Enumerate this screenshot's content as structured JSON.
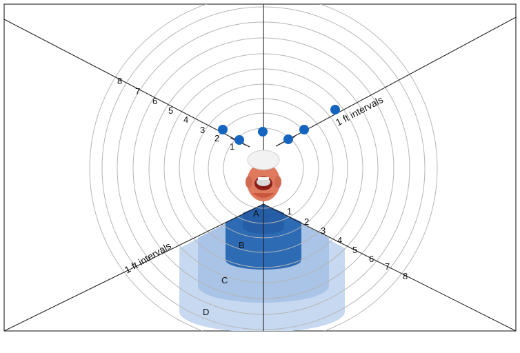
{
  "distance_numbers_left": [
    "1",
    "2",
    "3",
    "4",
    "5",
    "6",
    "7",
    "8"
  ],
  "distance_numbers_right": [
    "1",
    "2",
    "3",
    "4",
    "5",
    "6",
    "7",
    "8"
  ],
  "interval_label_upper": "1 ft intervals",
  "interval_label_lower": "1 ft intervals",
  "zones": [
    "A",
    "B",
    "C",
    "D"
  ],
  "colors": {
    "zone_dark": "#2e6bb5",
    "zone_mid": "#6d9bd3",
    "zone_light": "#a9c4e6",
    "zone_lightest": "#c7d9f0",
    "marker": "#1565c0",
    "rings": "#b5b5b5",
    "lines": "#222222"
  },
  "icons": {
    "center_figure": "patient-head-icon",
    "markers": "position-marker-dot"
  }
}
